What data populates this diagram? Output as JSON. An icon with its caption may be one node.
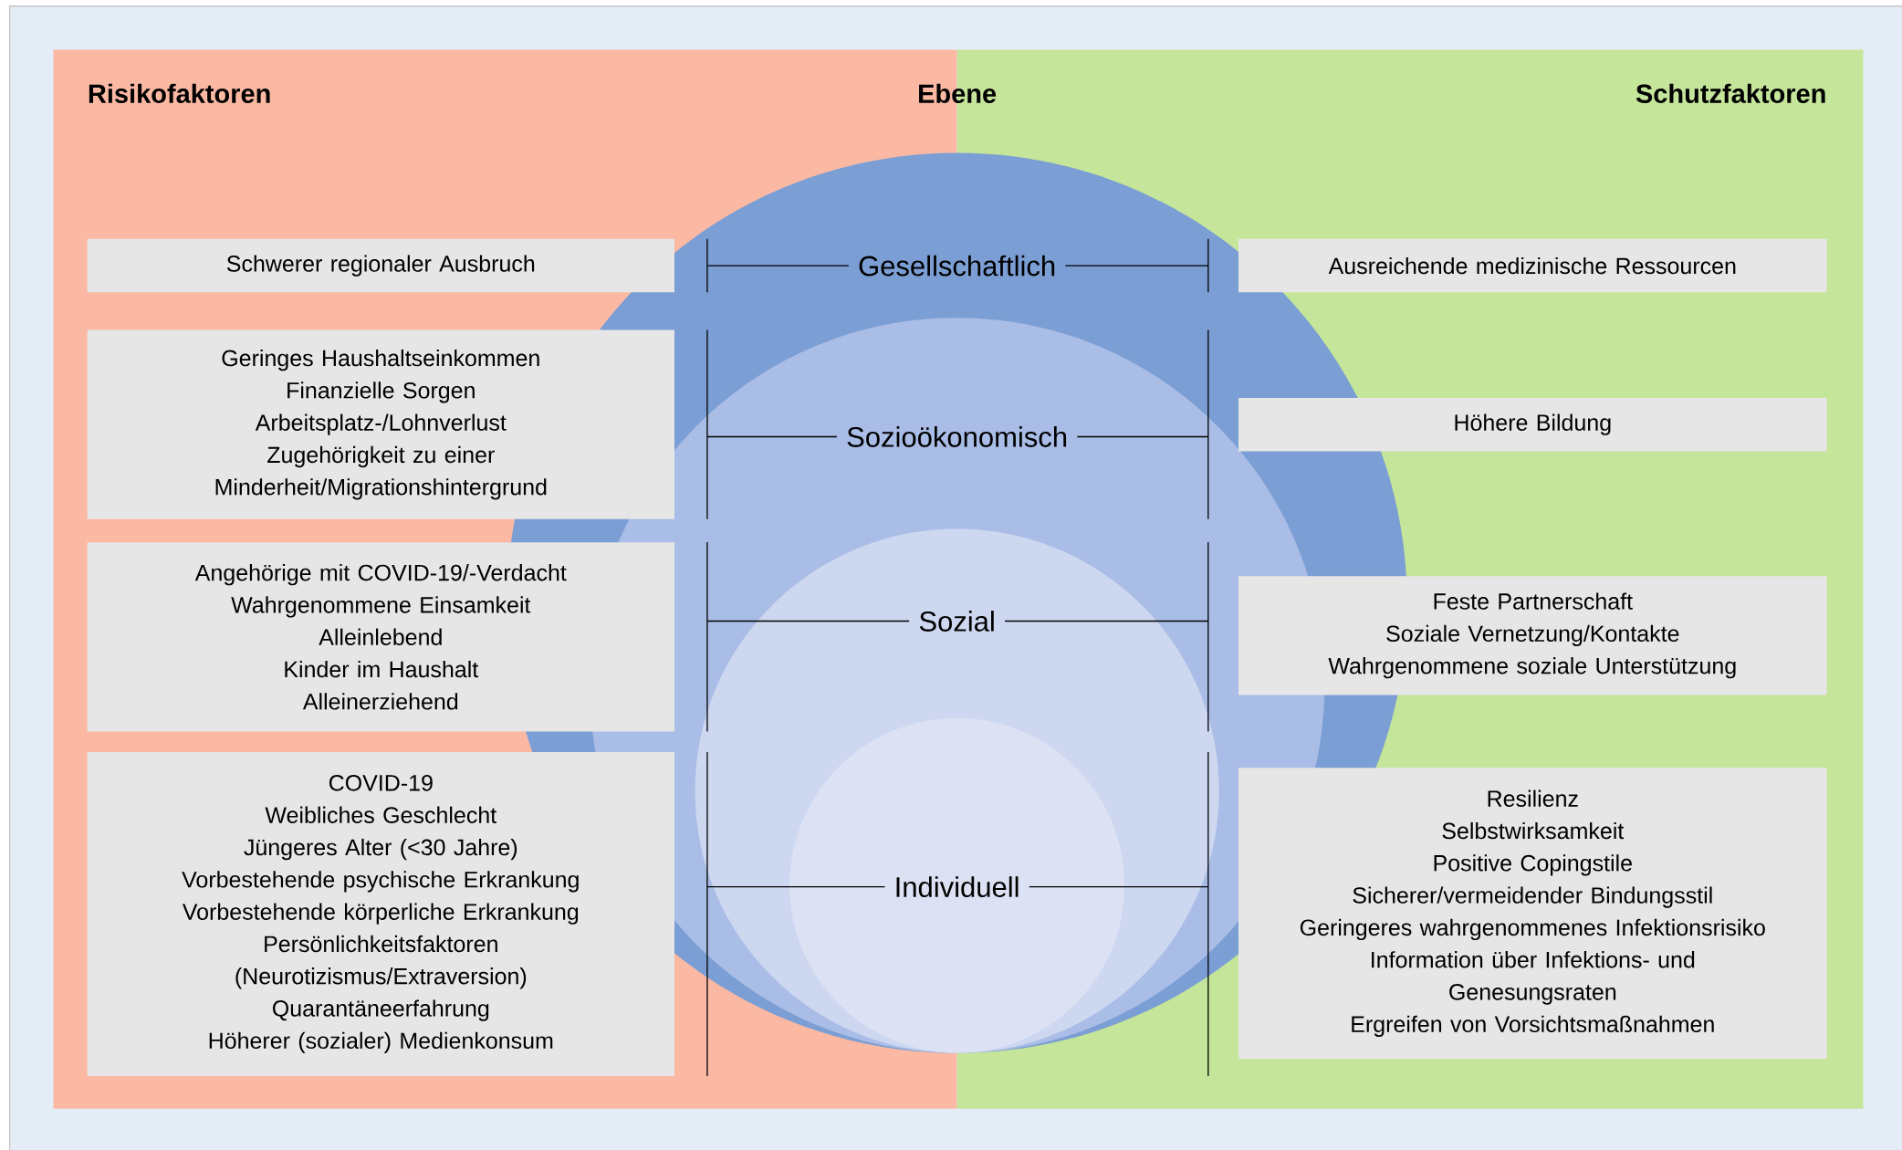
{
  "diagram": {
    "nodes": [
      {
        "text": [
          "Schwerer regionaler Ausbruch"
        ]
      },
      {
        "text": [
          "Ausreichende medizinische Ressourcen"
        ]
      },
      {
        "text": [
          "Geringes Haushaltseinkommen",
          "Finanzielle Sorgen",
          "Arbeitsplatz-/Lohnverlust",
          "Zugehörigkeit zu einer Minderheit/Migrationshintergrund"
        ]
      },
      {
        "text": [
          "Höhere Bildung"
        ]
      },
      {
        "text": [
          "Angehörige mit COVID-19/-Verdacht",
          "Wahrgenommene Einsamkeit",
          "Alleinlebend",
          "Kinder im Haushalt",
          "Alleinerziehend"
        ]
      },
      {
        "text": [
          "Feste Partnerschaft",
          "Soziale Vernetzung/Kontakte",
          "Wahrgenommene soziale Unterstützung"
        ]
      },
      {
        "text": [
          "COVID-19",
          "Weibliches Geschlecht",
          "Jüngeres Alter (<30 Jahre)",
          "Vorbestehende psychische Erkrankung",
          "Vorbestehende körperliche Erkrankung",
          "Persönlichkeitsfaktoren (Neurotizismus/Extraversion)",
          "Quarantäneerfahrung",
          "Höherer (sozialer) Medienkonsum"
        ]
      },
      {
        "text": [
          "Resilienz",
          "Selbstwirksamkeit",
          "Positive Copingstile",
          "Sicherer/vermeidender Bindungsstil",
          "Geringeres wahrgenommenes Infektionsrisiko",
          "Information über Infektions- und Genesungsraten",
          "Ergreifen von Vorsichtsmaßnahmen"
        ]
      }
    ],
    "labels": [
      "Risikofaktoren",
      "Ebene",
      "Schutzfaktoren",
      "Gesellschaftlich",
      "Sozioökonomisch",
      "Sozial",
      "Individuell"
    ]
  }
}
